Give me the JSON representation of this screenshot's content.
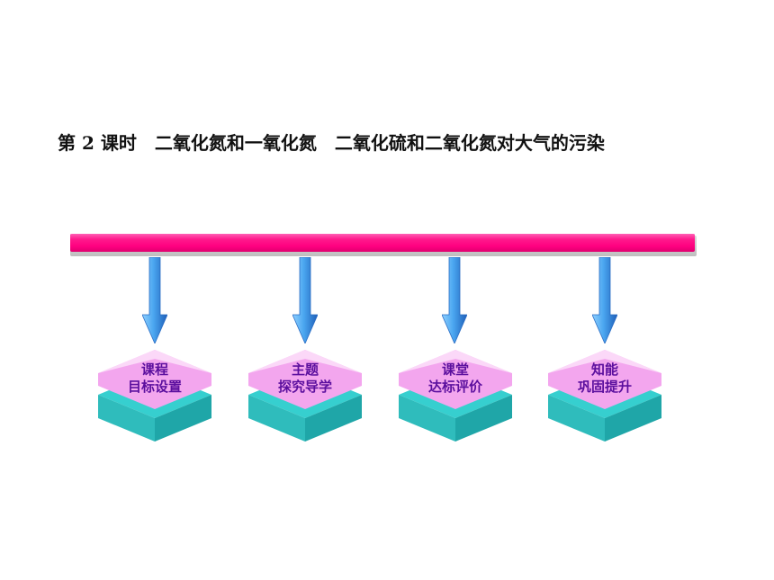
{
  "title": "第 2 课时　二氧化氮和一氧化氮　二氧化硫和二氧化氮对大气的污染",
  "colors": {
    "bar": "#ff0080",
    "arrow": "#3f8fe0",
    "pad_top": "#f4a8f0",
    "pad_base": "#2ec8c8",
    "label": "#5b0f9e"
  },
  "modules": [
    {
      "line1": "课程",
      "line2": "目标设置"
    },
    {
      "line1": "主题",
      "line2": "探究导学"
    },
    {
      "line1": "课堂",
      "line2": "达标评价"
    },
    {
      "line1": "知能",
      "line2": "巩固提升"
    }
  ]
}
